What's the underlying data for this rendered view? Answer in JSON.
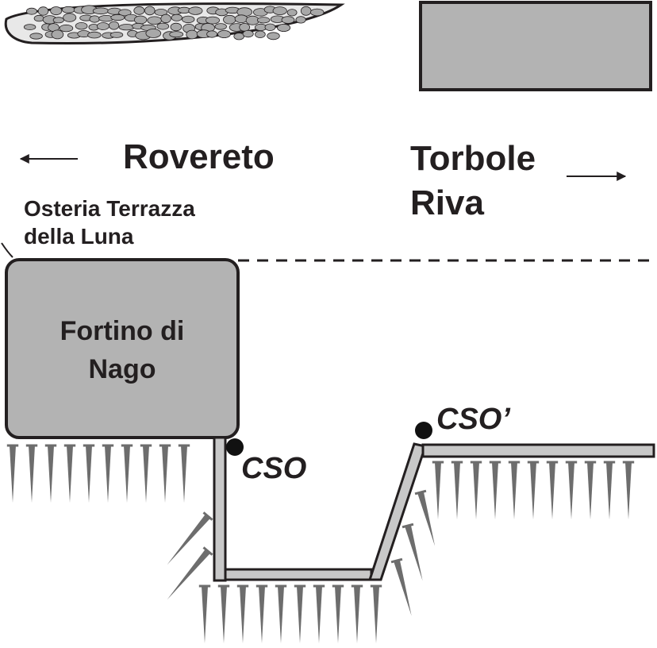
{
  "labels": {
    "rovereto": "Rovereto",
    "torbole": "Torbole",
    "riva": "Riva",
    "osteria_line1": "Osteria Terrazza",
    "osteria_line2": "della Luna",
    "fortino_line1": "Fortino di",
    "fortino_line2": "Nago",
    "cso": "CSO",
    "cso_prime": "CSO’"
  },
  "legend": {
    "rubble_symbol": "rubble-fill-pattern",
    "gray_box_symbol": "gray-filled-rectangle"
  },
  "arrows": {
    "left": "left-arrow-icon",
    "right": "right-arrow-icon"
  },
  "colors": {
    "ink": "#231f20",
    "fill_gray": "#b3b3b3",
    "panel_gray": "#c8c8c8",
    "spike_gray": "#6d6d6d"
  }
}
